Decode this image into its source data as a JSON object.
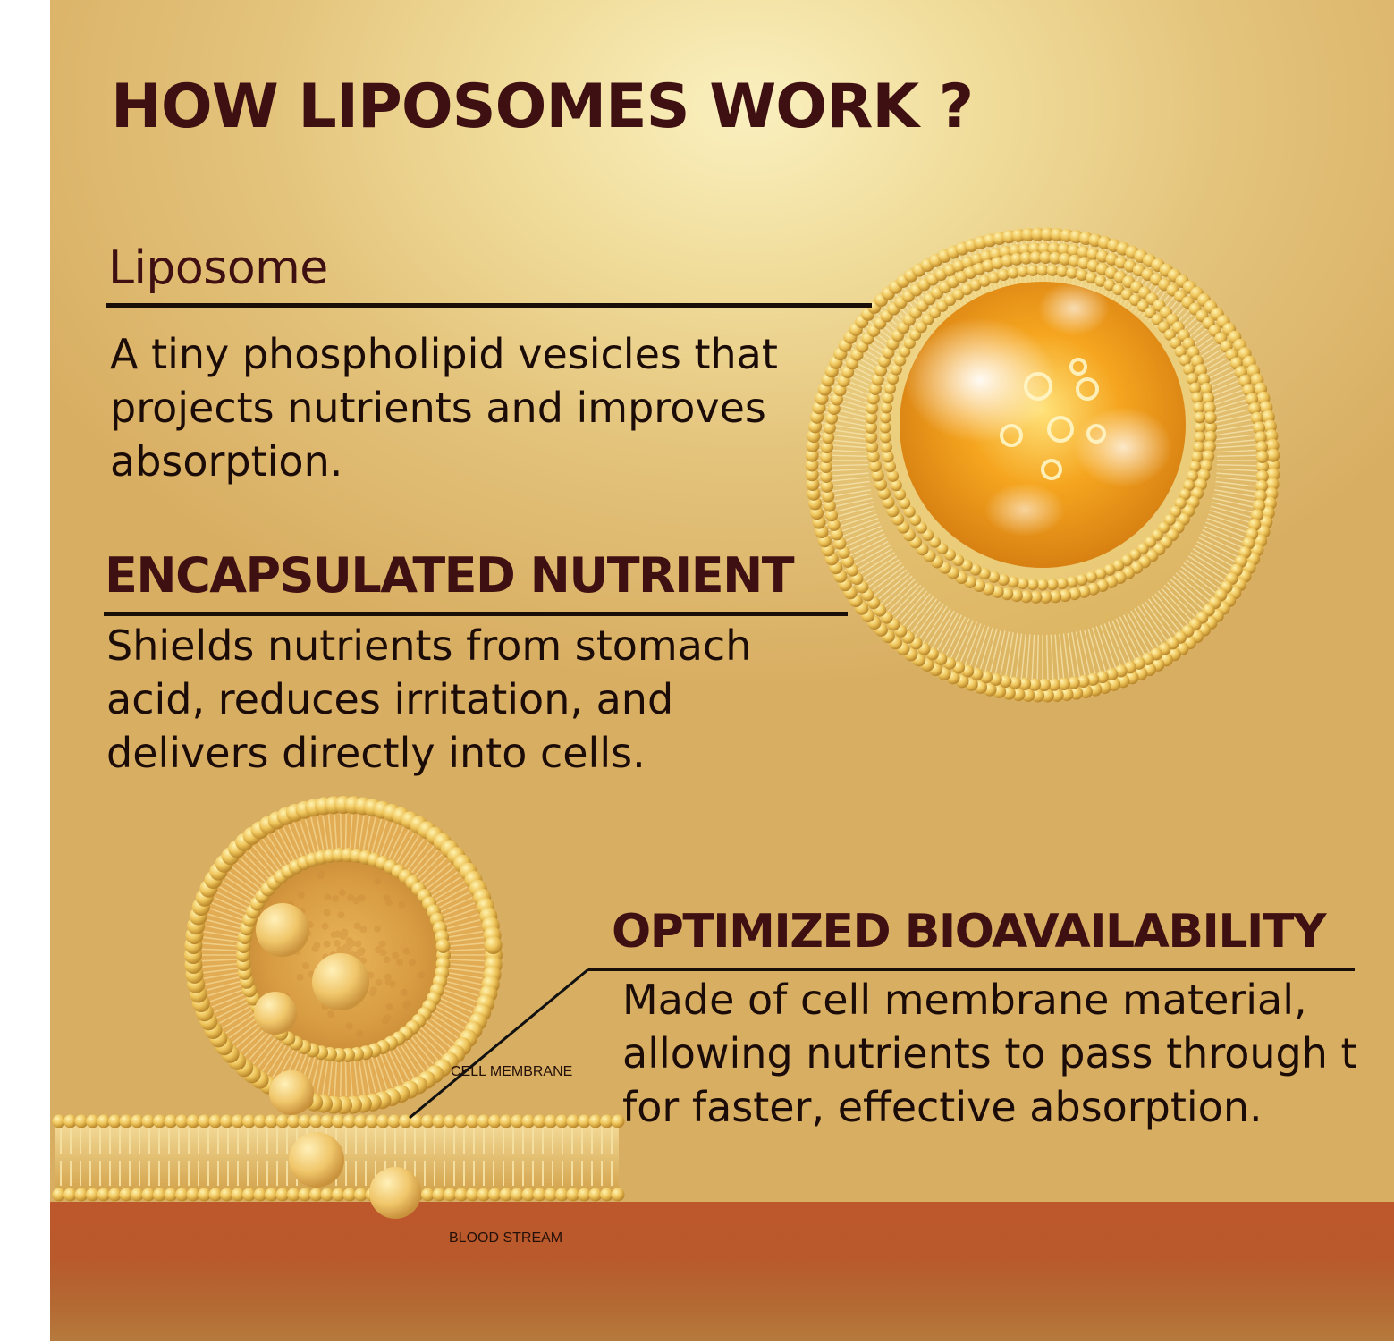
{
  "title": "HOW LIPOSOMES WORK ?",
  "sections": [
    {
      "heading": "Liposome",
      "lines": [
        "A tiny phospholipid vesicles that",
        "projects nutrients and improves",
        "absorption."
      ]
    },
    {
      "heading": "ENCAPSULATED NUTRIENT",
      "lines": [
        "Shields nutrients from stomach",
        "acid, reduces irritation, and",
        "delivers directly into cells."
      ]
    },
    {
      "heading": "OPTIMIZED BIOAVAILABILITY",
      "lines": [
        "Made of cell membrane material,",
        "allowing nutrients to pass through t",
        "for faster, effective absorption."
      ]
    }
  ],
  "labels": {
    "cell_membrane": "CELL MEMBRANE",
    "blood_stream": "BLOOD STREAM"
  },
  "colors": {
    "heading": "#3f1012",
    "body": "#1c0c08",
    "band": "#bd582c",
    "gold": "#e8c25a"
  }
}
